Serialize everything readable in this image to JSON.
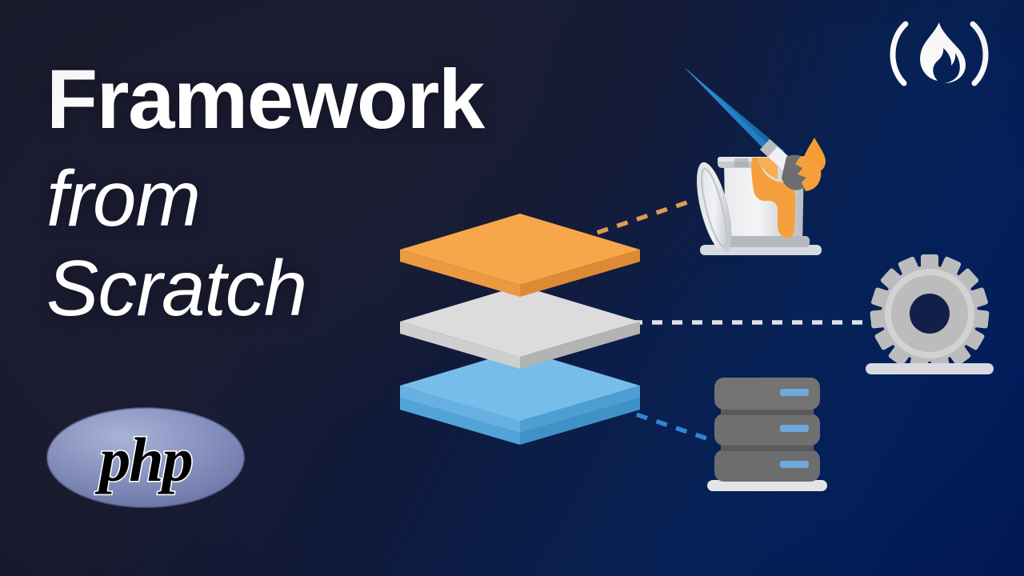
{
  "video_thumbnail": {
    "brand": "freeCodeCamp",
    "title_lines": {
      "line1": "Framework",
      "line2": "from",
      "line3": "Scratch"
    },
    "technology_logo": {
      "name": "php",
      "label": "php",
      "ellipse_color": "#8892bf",
      "text_color": "#000000"
    },
    "colors": {
      "background_top_left": "#1b1b2f",
      "background_bottom_right": "#001a5c",
      "title_text": "#ffffff",
      "layer_presentation": "#f7a74a",
      "layer_presentation_edge": "#e0873a",
      "layer_logic": "#dcdcdc",
      "layer_logic_edge": "#b9b9b9",
      "layer_data": "#76bdea",
      "layer_data_edge": "#52a4d8",
      "brush_handle": "#1b72b8",
      "paint": "#f5a03c",
      "gear": "#b8b8b8",
      "server_body": "#6d6d6d",
      "server_led": "#6fa8dc"
    },
    "diagram": {
      "description": "Three-tier isometric layer stack connected by dashed lines to icons",
      "layers": [
        {
          "id": "presentation-layer",
          "color": "#f7a74a",
          "connector": {
            "style": "dashed",
            "color": "#d9893e",
            "target": "paint-bucket-icon"
          }
        },
        {
          "id": "logic-layer",
          "color": "#dcdcdc",
          "connector": {
            "style": "dashed",
            "color": "#dcdcdc",
            "target": "gear-icon"
          }
        },
        {
          "id": "data-layer",
          "color": "#76bdea",
          "connector": {
            "style": "dashed",
            "color": "#3f8fd6",
            "target": "server-stack-icon"
          }
        }
      ],
      "icons": [
        {
          "id": "paint-bucket-icon",
          "label": "paint bucket with brush"
        },
        {
          "id": "gear-icon",
          "label": "gear on stand"
        },
        {
          "id": "server-stack-icon",
          "label": "server rack stack"
        }
      ]
    }
  }
}
